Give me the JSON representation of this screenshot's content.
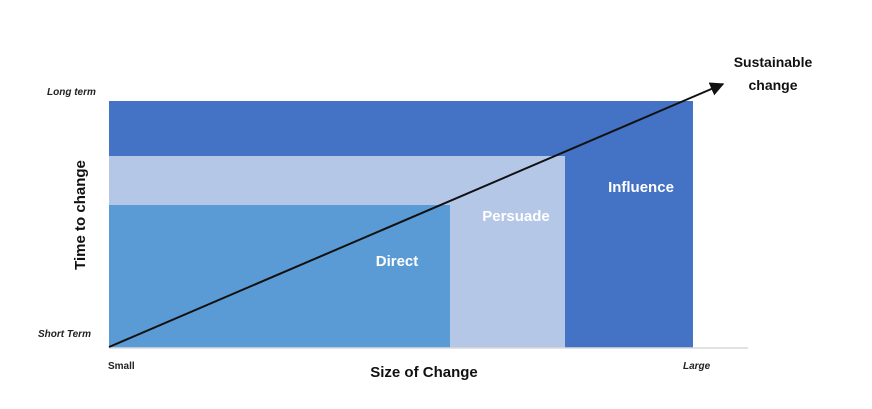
{
  "colors": {
    "influence": "#4472C4",
    "persuade": "#B4C7E7",
    "direct": "#5B9BD5",
    "arrow": "#111111",
    "axis_line": "#D9D9D9"
  },
  "y_axis": {
    "title": "Time to change",
    "top_label": "Long term",
    "bottom_label": "Short Term"
  },
  "x_axis": {
    "title": "Size of Change",
    "left_label": "Small",
    "right_label": "Large"
  },
  "zones": {
    "direct": "Direct",
    "persuade": "Persuade",
    "influence": "Influence"
  },
  "arrow_label": {
    "line1": "Sustainable",
    "line2": "change"
  }
}
